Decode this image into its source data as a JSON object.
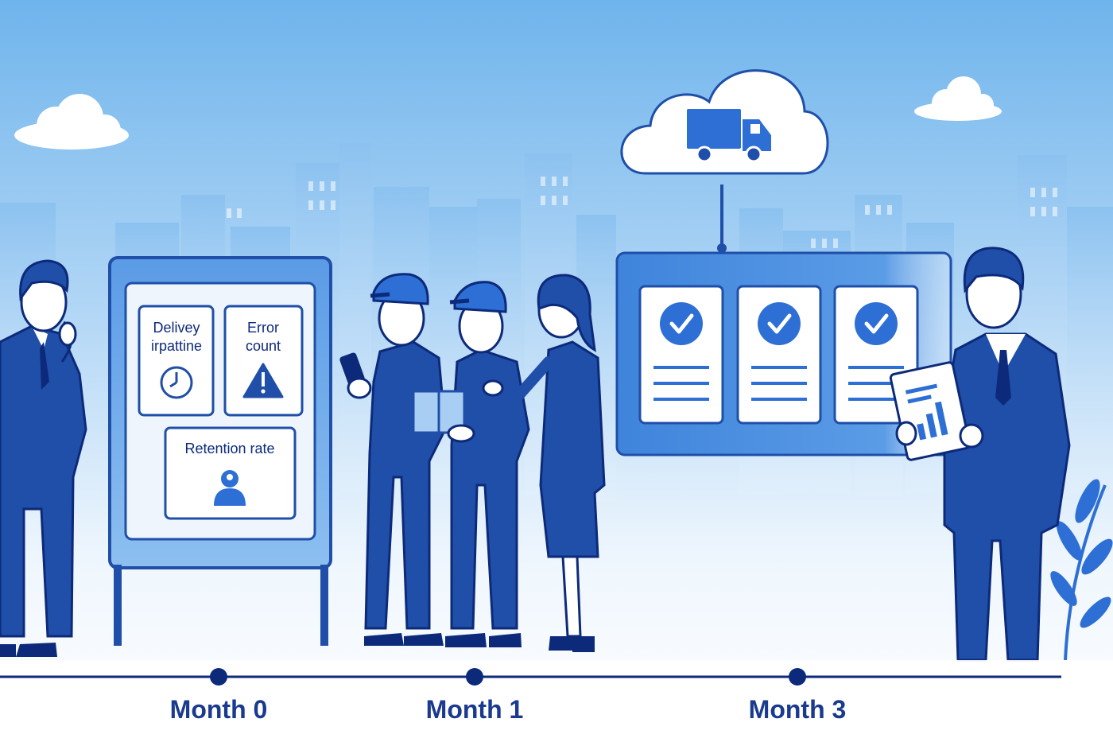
{
  "dashboard": {
    "card1_line1": "Delivey",
    "card1_line2": "irpattine",
    "card2_line1": "Error",
    "card2_line2": "count",
    "card3_label": "Retention rate"
  },
  "timeline": {
    "month0": "Month 0",
    "month1": "Month 1",
    "month3": "Month 3"
  },
  "icons": {
    "card1": "clock-icon",
    "card2": "warning-icon",
    "card3": "person-icon",
    "cloud": "truck-icon",
    "checklist": "check-circle-icon",
    "tablet": "bar-chart-icon"
  },
  "colors": {
    "primary": "#1f4fa8",
    "navy": "#0d2a7a",
    "sky_top": "#6fb4ec",
    "panel_fill": "#4a8fe0",
    "card_fill": "#ffffff"
  }
}
